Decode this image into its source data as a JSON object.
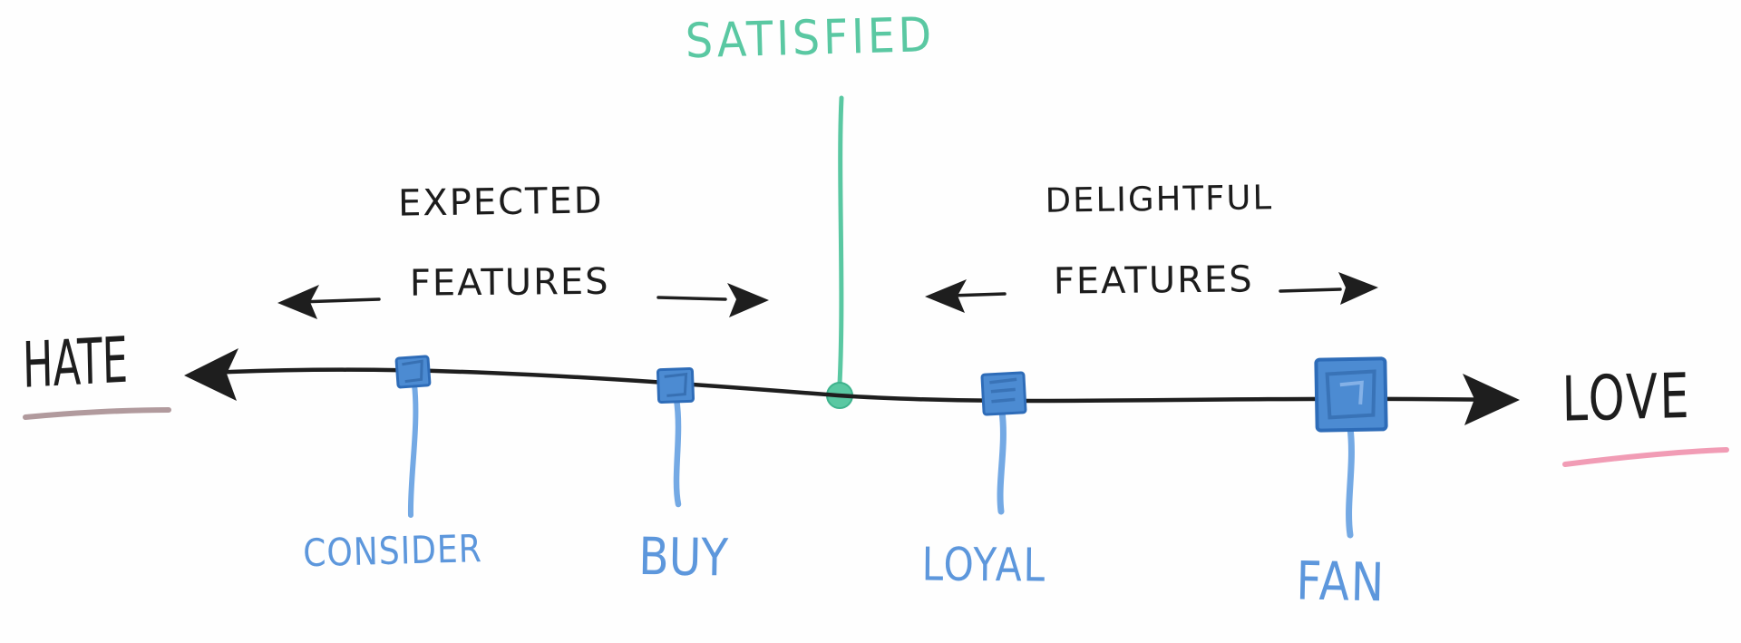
{
  "diagram": {
    "satisfied_label": "SATISFIED",
    "axis": {
      "left_label": "HATE",
      "right_label": "LOVE"
    },
    "expected_zone": {
      "line1": "EXPECTED",
      "line2": "FEATURES"
    },
    "delightful_zone": {
      "line1": "DELIGHTFUL",
      "line2": "FEATURES"
    },
    "stages": [
      {
        "label": "CONSIDER"
      },
      {
        "label": "BUY"
      },
      {
        "label": "LOYAL"
      },
      {
        "label": "FAN"
      }
    ],
    "colors": {
      "ink": "#1e1e1e",
      "teal": "#5ac8a2",
      "teal_dark": "#3fb38d",
      "marker_fill": "#4c8bd2",
      "marker_edge": "#2e6cb8",
      "stem_blue": "#74a9e4",
      "label_blue": "#5d97dc",
      "hate_underline": "#b19a9d",
      "love_underline": "#f19cb5",
      "background": "#fefefe"
    }
  }
}
